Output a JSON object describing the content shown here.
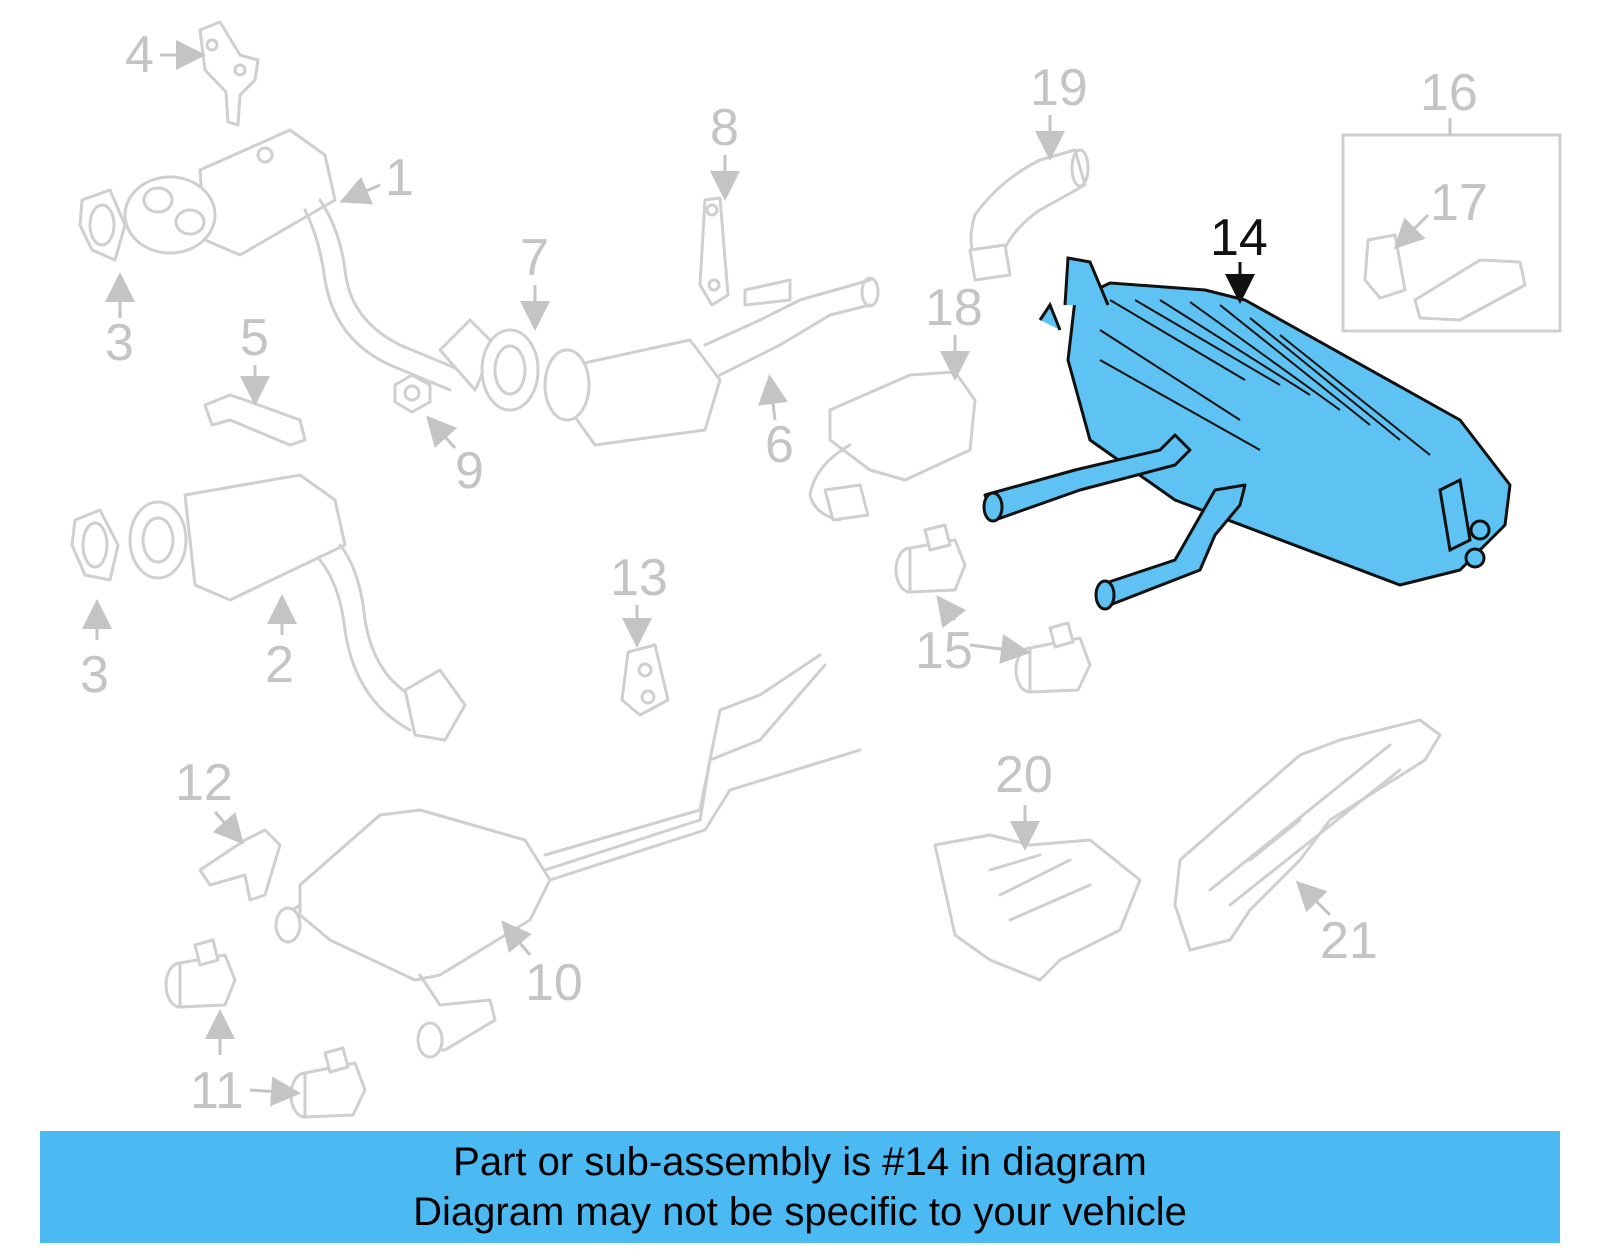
{
  "diagram": {
    "highlighted_part": "14",
    "highlight_color": "#5ec3f2",
    "part_color": "#cfcfcf",
    "labels": [
      "1",
      "2",
      "3",
      "3",
      "4",
      "5",
      "6",
      "7",
      "8",
      "9",
      "10",
      "11",
      "11",
      "12",
      "13",
      "14",
      "15",
      "15",
      "16",
      "17",
      "18",
      "19",
      "20",
      "21"
    ]
  },
  "banner": {
    "line1": "Part or sub-assembly is #14 in diagram",
    "line2": "Diagram may not be specific to your vehicle",
    "color": "#4bbaf2"
  }
}
